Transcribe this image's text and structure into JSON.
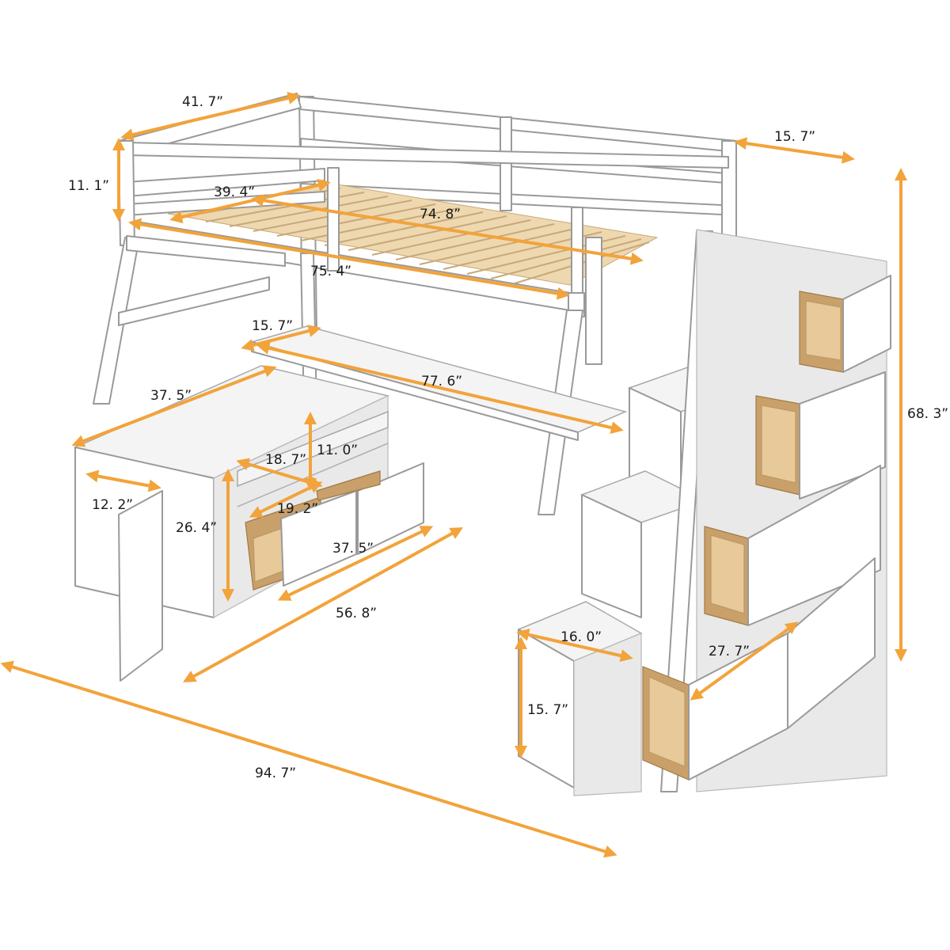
{
  "dimensions": {
    "bed_width_top": "41. 7”",
    "guardrail_height": "11. 1”",
    "mattress_width": "39. 4”",
    "mattress_length": "74. 8”",
    "bed_length": "75. 4”",
    "stair_top_width": "15. 7”",
    "total_height": "68. 3”",
    "desk_depth": "15. 7”",
    "desk_length": "77. 6”",
    "cabinet_top_length": "37. 5”",
    "cabinet_door_width": "12. 2”",
    "shelf_width": "18. 7”",
    "shelf_height": "11. 0”",
    "drawer_width": "19. 2”",
    "cabinet_height": "26. 4”",
    "cabinet_front_length": "37. 5”",
    "cabinet_total_length": "56. 8”",
    "stair_step_depth": "16. 0”",
    "stair_step_height": "15. 7”",
    "stair_drawer_length": "27. 7”",
    "total_length": "94. 7”"
  },
  "colors": {
    "dimension_accent": "#f2a33a",
    "frame": "#ffffff",
    "wood": "#e7c99a"
  }
}
